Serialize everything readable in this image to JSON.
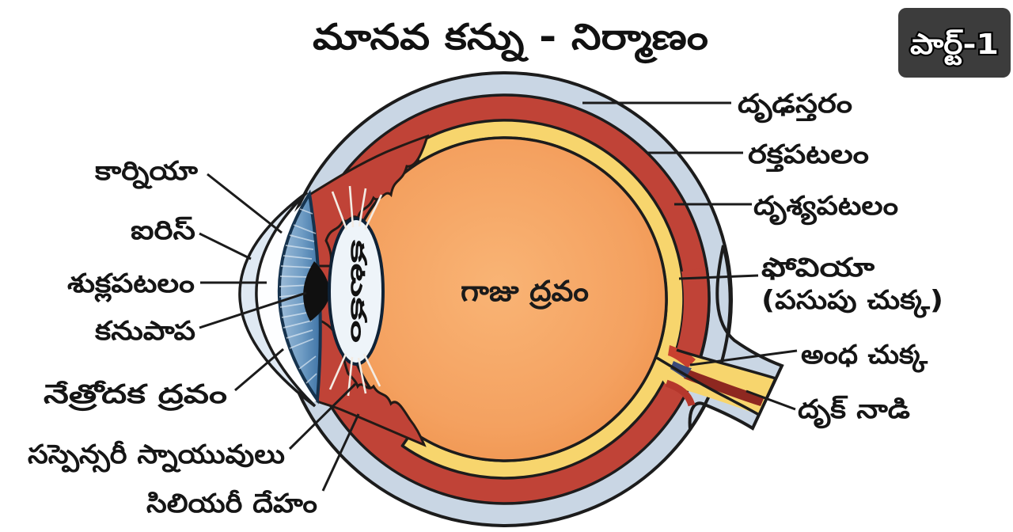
{
  "title": {
    "text": "మానవ కన్ను - నిర్మాణం"
  },
  "badge": {
    "text": "పార్ట్-1"
  },
  "diagram": {
    "center_label": "గాజు ద్రవం",
    "lens_label": "కటకం",
    "left_labels": [
      {
        "text": "కార్నియా"
      },
      {
        "text": "ఐరిస్"
      },
      {
        "text": "శుక్లపటలం"
      },
      {
        "text": "కనుపాప"
      },
      {
        "text": "నేత్రోదక ద్రవం"
      },
      {
        "text": "సస్పెన్సరీ స్నాయువులు"
      },
      {
        "text": "సిలియరీ దేహం"
      }
    ],
    "right_labels": [
      {
        "text": "దృఢస్తరం"
      },
      {
        "text": "రక్తపటలం"
      },
      {
        "text": "దృశ్యపటలం"
      },
      {
        "text": "ఫోవియా"
      },
      {
        "text": "(పసుపు చుక్క)"
      },
      {
        "text": "అంధ చుక్క"
      },
      {
        "text": "దృక్ నాడి"
      }
    ]
  },
  "colors": {
    "sclera": "#c9d6e4",
    "cornea": "#dfe9f3",
    "choroid": "#c04337",
    "retina": "#f7d56d",
    "vitreous_edge": "#f0944e",
    "vitreous_center": "#f9b475",
    "nerve_stripe": "#8e2820",
    "badge_bg": "#3c3c3c"
  }
}
